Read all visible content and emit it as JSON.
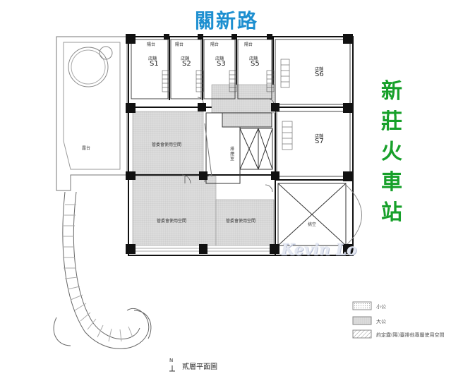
{
  "road_name": "關新路",
  "station_chars": [
    "新",
    "莊",
    "火",
    "車",
    "站"
  ],
  "shops": [
    {
      "tag": "店舖",
      "code": "S1"
    },
    {
      "tag": "店舖",
      "code": "S2"
    },
    {
      "tag": "店舖",
      "code": "S3"
    },
    {
      "tag": "店舖",
      "code": "S5"
    },
    {
      "tag": "店舖",
      "code": "S6"
    },
    {
      "tag": "店舖",
      "code": "S7"
    }
  ],
  "balcony_label": "陽台",
  "rooms": {
    "open_area": "露台",
    "management_space_1": "管委會使用空間",
    "management_space_2": "管委會使用空間",
    "management_space_3": "管委會使用空間",
    "void": "挑空",
    "service_room": "排煙室"
  },
  "legend": [
    {
      "label": "小公",
      "pattern": "dots"
    },
    {
      "label": "大公",
      "pattern": "dense"
    },
    {
      "label": "約定露(陽)臺排他專屬使用空間",
      "pattern": "hatch"
    }
  ],
  "caption": "貳層平面圖",
  "north_mark": "N",
  "watermark": "Kevin Lo",
  "colors": {
    "road": "#1d8fd0",
    "station": "#17a02a",
    "wall": "#111111",
    "gray_area": "#d6d6d6"
  }
}
